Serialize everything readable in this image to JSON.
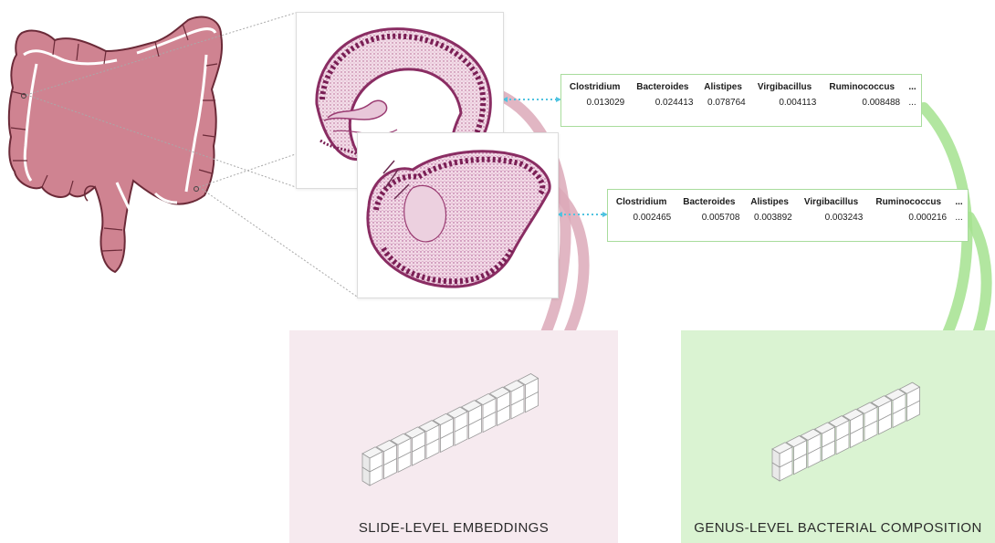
{
  "panels": {
    "slide_caption": "SLIDE-LEVEL EMBEDDINGS",
    "genus_caption": "GENUS-LEVEL BACTERIAL COMPOSITION"
  },
  "abundance_tables": [
    {
      "headers": [
        "Clostridium",
        "Bacteroides",
        "Alistipes",
        "Virgibacillus",
        "Ruminococcus",
        "..."
      ],
      "values": [
        "0.013029",
        "0.024413",
        "0.078764",
        "0.004113",
        "0.008488",
        "..."
      ]
    },
    {
      "headers": [
        "Clostridium",
        "Bacteroides",
        "Alistipes",
        "Virgibacillus",
        "Ruminococcus",
        "..."
      ],
      "values": [
        "0.002465",
        "0.005708",
        "0.003892",
        "0.003243",
        "0.000216",
        "..."
      ]
    }
  ],
  "colors": {
    "colon": "#cf8391",
    "tissue": "#a8507c",
    "pink_panel": "#f6eaef",
    "green_panel": "#daf3d2",
    "pink_arrow": "#dca9b8",
    "green_arrow": "#a5e28f",
    "dotted_link": "#4fc3e0"
  },
  "icons": {
    "organ": "colon-illustration",
    "embedding": "embedding-vector-icon"
  }
}
